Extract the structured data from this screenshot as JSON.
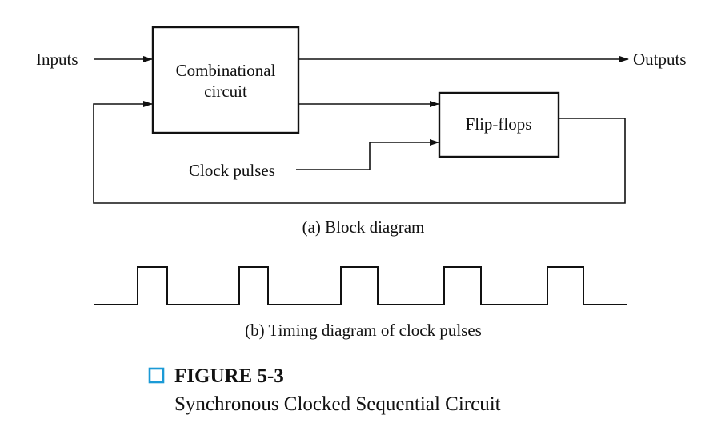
{
  "block_diagram": {
    "blocks": {
      "combinational": [
        "Combinational",
        "circuit"
      ],
      "flipflops": "Flip-flops"
    },
    "signals": {
      "inputs": "Inputs",
      "outputs": "Outputs",
      "clock": "Clock pulses"
    },
    "caption": "(a) Block diagram"
  },
  "timing_diagram": {
    "pulse_count": 5,
    "caption": "(b) Timing diagram of clock pulses"
  },
  "figure": {
    "number": "FIGURE 5-3",
    "title": "Synchronous Clocked Sequential Circuit",
    "marker_color": "#1b9ad6"
  }
}
